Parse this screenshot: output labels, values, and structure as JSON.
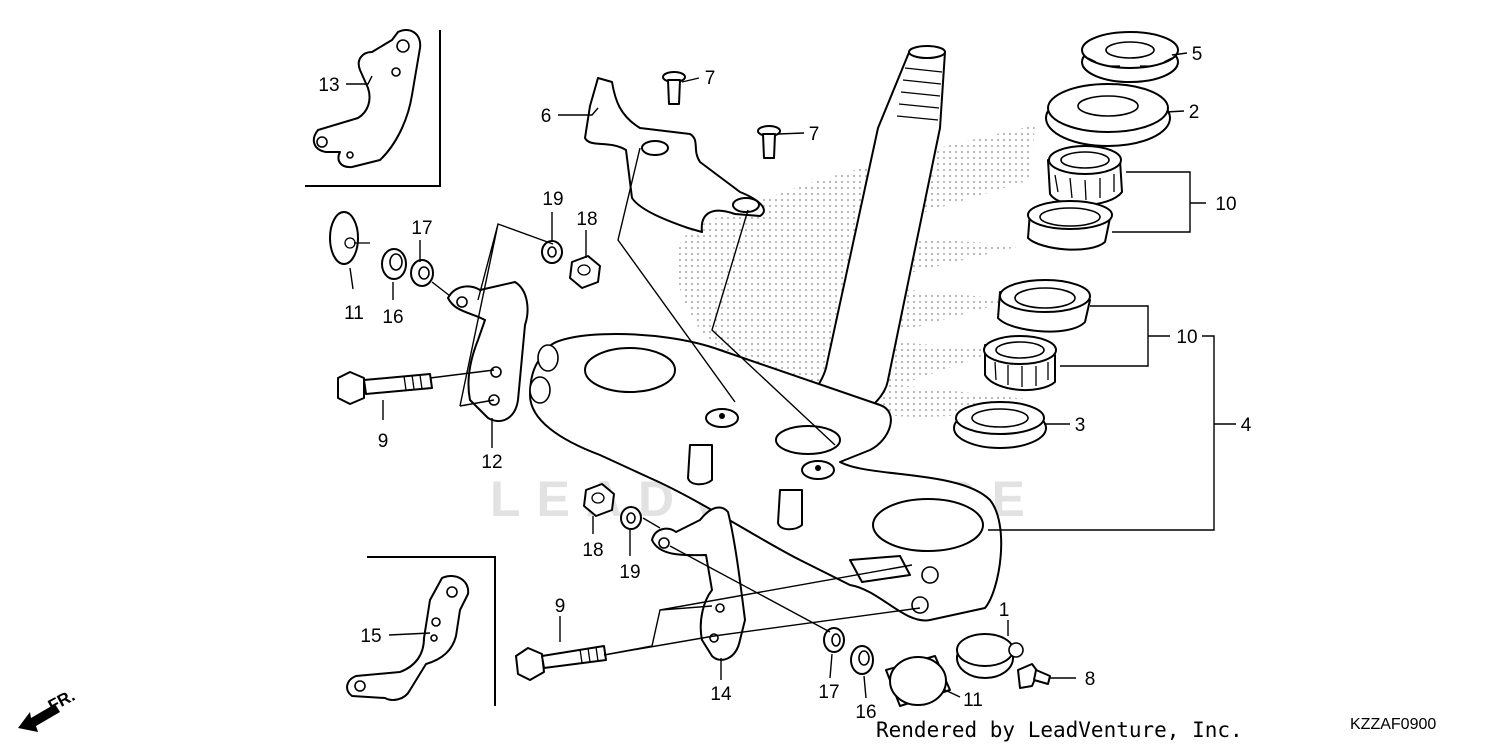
{
  "diagram": {
    "callouts": {
      "c1": "1",
      "c2": "2",
      "c3": "3",
      "c4": "4",
      "c5": "5",
      "c6": "6",
      "c7a": "7",
      "c7b": "7",
      "c8": "8",
      "c9a": "9",
      "c9b": "9",
      "c10a": "10",
      "c10b": "10",
      "c11a": "11",
      "c11b": "11",
      "c12": "12",
      "c13": "13",
      "c14": "14",
      "c15": "15",
      "c16a": "16",
      "c16b": "16",
      "c17a": "17",
      "c17b": "17",
      "c18a": "18",
      "c18b": "18",
      "c19a": "19",
      "c19b": "19"
    },
    "front_marker": "FR.",
    "watermark": "LEADVENTURE",
    "credit": "Rendered by LeadVenture, Inc.",
    "diagram_code": "KZZAF0900"
  }
}
